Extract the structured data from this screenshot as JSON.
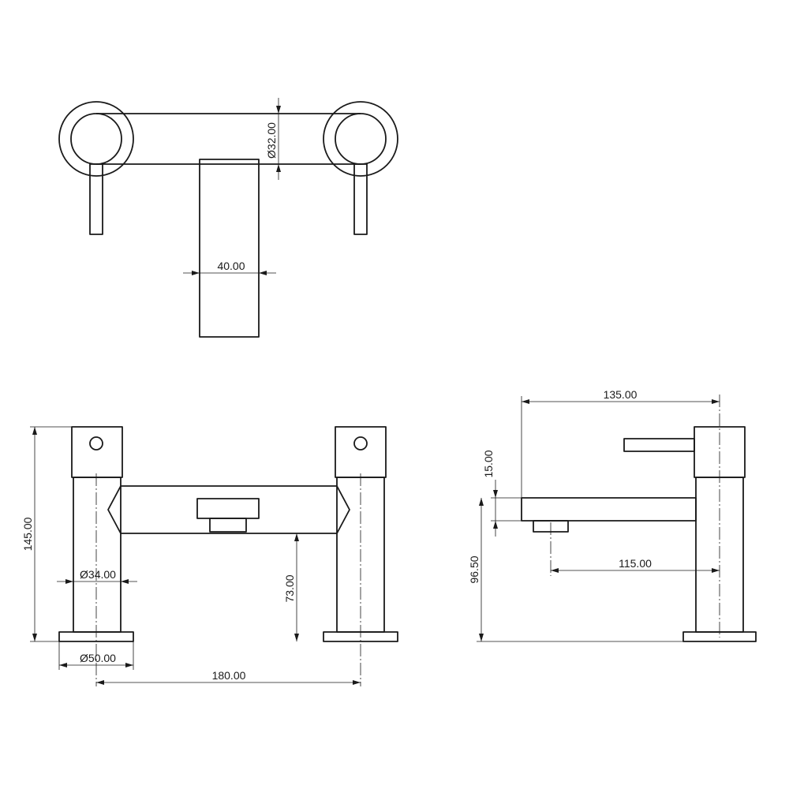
{
  "views": {
    "top": {
      "dim_spout_diameter": "32.00",
      "dim_spout_width": "40.00"
    },
    "front": {
      "dim_overall_height": "145.00",
      "dim_body_diameter": "34.00",
      "dim_base_diameter": "50.00",
      "dim_spout_height": "73.00",
      "dim_centres": "180.00"
    },
    "side": {
      "dim_overall_depth": "135.00",
      "dim_spout_thickness": "15.00",
      "dim_spout_outlet_height": "96.50",
      "dim_spout_reach": "115.00"
    }
  },
  "symbols": {
    "diameter": "Ø"
  },
  "colors": {
    "line": "#1a1a1a",
    "background": "#ffffff"
  }
}
